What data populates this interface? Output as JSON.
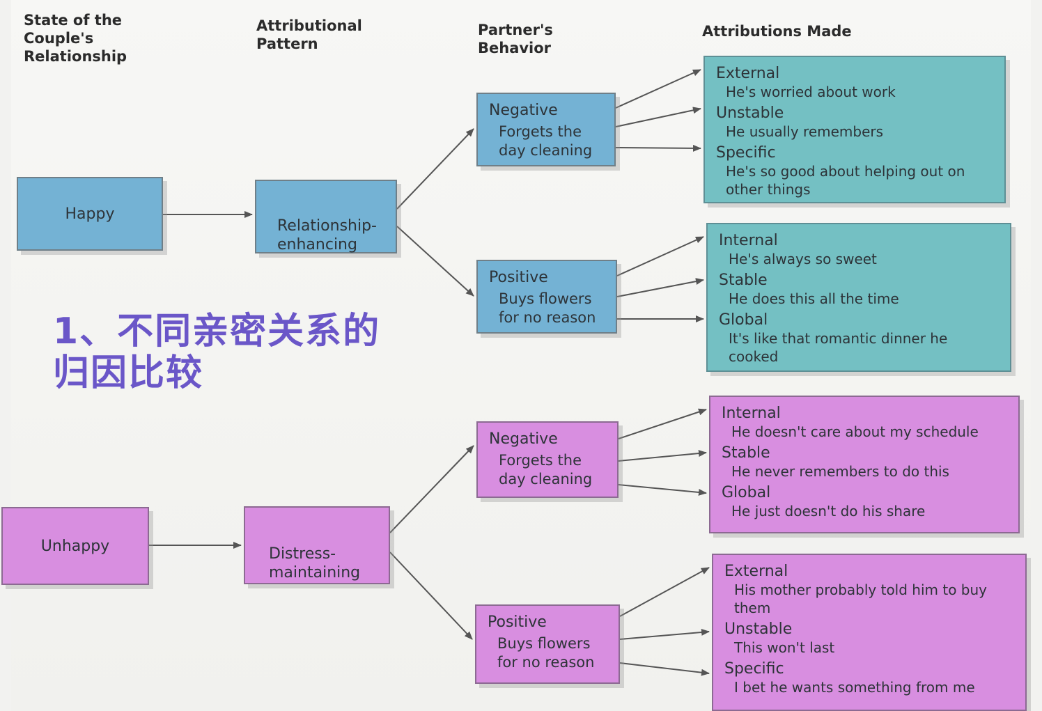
{
  "headers": {
    "state": "State of the\nCouple's\nRelationship",
    "pattern": "Attributional\nPattern",
    "behavior": "Partner's\nBehavior",
    "attributions": "Attributions Made"
  },
  "title_cn": "1、不同亲密关系的归因比较",
  "happy": {
    "state": "Happy",
    "pattern": "Relationship-\nenhancing",
    "negative": {
      "title": "Negative",
      "desc": "Forgets the\nday cleaning",
      "attributions": [
        {
          "label": "External",
          "desc": "He's worried about work"
        },
        {
          "label": "Unstable",
          "desc": "He usually remembers"
        },
        {
          "label": "Specific",
          "desc": "He's so good about helping out on other things"
        }
      ]
    },
    "positive": {
      "title": "Positive",
      "desc": "Buys flowers\nfor no reason",
      "attributions": [
        {
          "label": "Internal",
          "desc": "He's always so sweet"
        },
        {
          "label": "Stable",
          "desc": "He does this all the time"
        },
        {
          "label": "Global",
          "desc": "It's like that romantic dinner he cooked"
        }
      ]
    }
  },
  "unhappy": {
    "state": "Unhappy",
    "pattern": "Distress-\nmaintaining",
    "negative": {
      "title": "Negative",
      "desc": "Forgets the\nday cleaning",
      "attributions": [
        {
          "label": "Internal",
          "desc": "He doesn't care about my schedule"
        },
        {
          "label": "Stable",
          "desc": "He never remembers to do this"
        },
        {
          "label": "Global",
          "desc": "He just doesn't do his share"
        }
      ]
    },
    "positive": {
      "title": "Positive",
      "desc": "Buys flowers\nfor no reason",
      "attributions": [
        {
          "label": "External",
          "desc": "His mother probably told him to buy them"
        },
        {
          "label": "Unstable",
          "desc": "This won't last"
        },
        {
          "label": "Specific",
          "desc": "I bet he wants something from me"
        }
      ]
    }
  },
  "colors": {
    "happy_box": "#74b2d4",
    "happy_attr": "#74c0c3",
    "unhappy_box": "#d88ee0",
    "title_cn": "#6a56c8"
  }
}
